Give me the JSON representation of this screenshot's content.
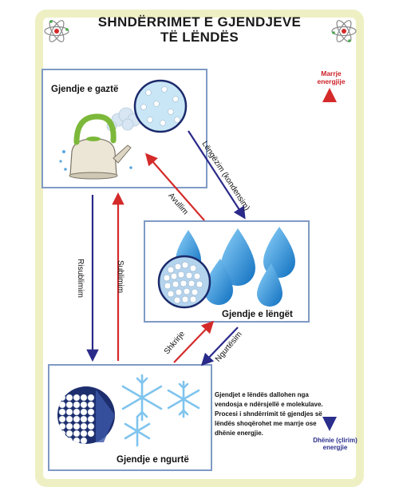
{
  "title": {
    "line1": "SHNDËRRIMET E GJENDJEVE",
    "line2": "TË LËNDËS"
  },
  "states": {
    "gas": "Gjendje e gaztë",
    "liquid": "Gjendje e lëngët",
    "solid": "Gjendje e ngurtë"
  },
  "transitions": {
    "condensation": "Lëngëzim (kondensim)",
    "evaporation": "Avullim",
    "resublimation": "Risublimim",
    "sublimation": "Sublimim",
    "melting": "Shkrirje",
    "freezing": "Ngurtësim"
  },
  "energy_axis": {
    "top_line1": "Marrje",
    "top_line2": "energjije",
    "bottom_line1": "Dhënie (çlirim)",
    "bottom_line2": "energjie"
  },
  "description": "Gjendjet e lëndës dallohen nga vendosja e ndërsjellë e molekulave. Procesi i shndërrimit të gjendjes së lëndës shoqërohet me marrje ose dhënie energjie.",
  "colors": {
    "arrow_red": "#d42a2a",
    "arrow_blue": "#2a2a8a",
    "box_border": "#7f9ac4",
    "water": "#1e8fd6",
    "frame": "#eef0c4"
  },
  "icons": [
    "atom-icon",
    "kettle-icon",
    "water-drop-icon",
    "snowflake-icon",
    "molecule-circle-icon"
  ]
}
